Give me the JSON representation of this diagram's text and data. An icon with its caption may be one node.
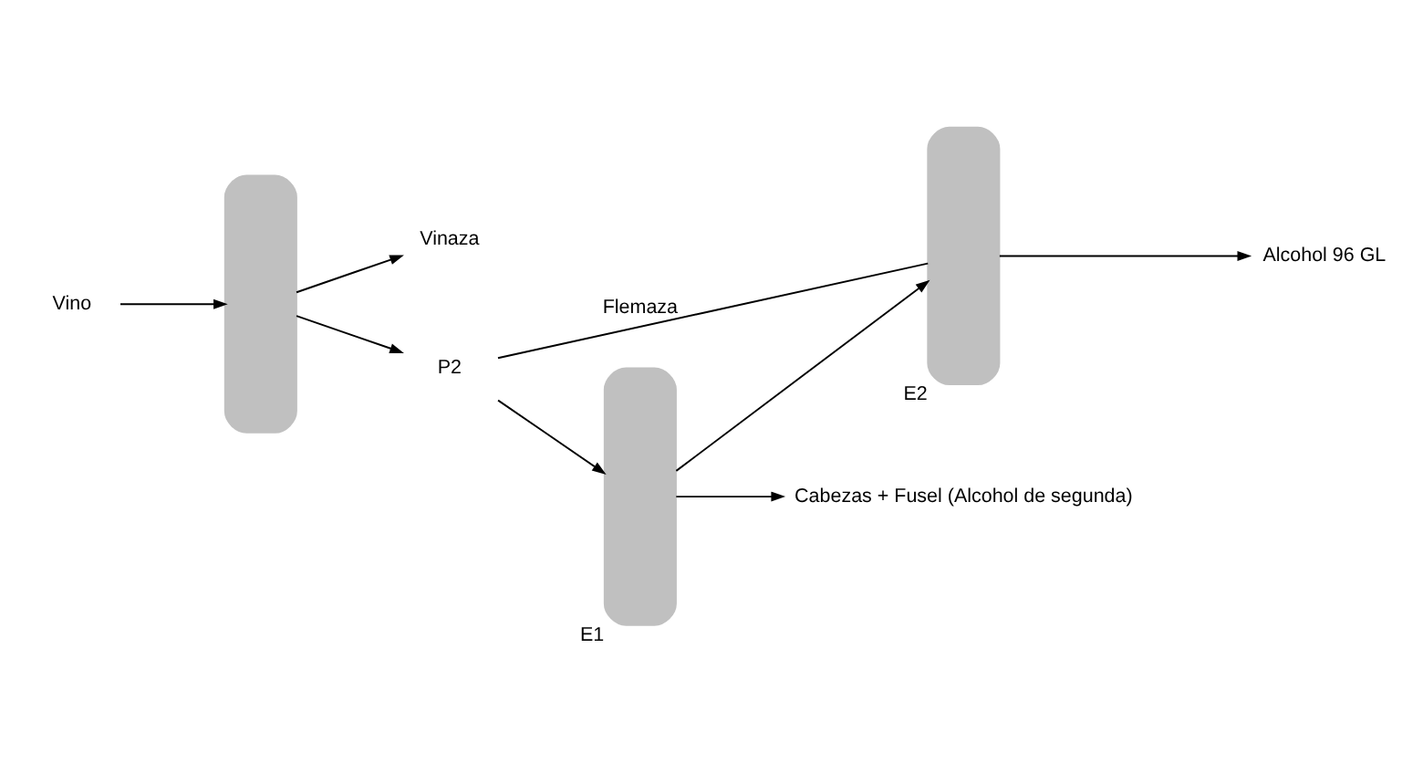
{
  "diagram": {
    "nodes": [
      {
        "text": [],
        "shape": "box"
      },
      {
        "text": [],
        "shape": "box",
        "beside": [
          "E1"
        ]
      },
      {
        "text": [],
        "shape": "box",
        "beside": [
          "E2"
        ]
      },
      {
        "text": [
          "Vino"
        ]
      },
      {
        "text": [
          "Vinaza"
        ]
      },
      {
        "text": [
          "Cabezas + Fusel (Alcohol de segunda)"
        ]
      },
      {
        "text": [
          "Alcohol 96 GL"
        ]
      },
      {
        "text": [
          "P2"
        ]
      }
    ],
    "edges": [
      {
        "from": 3,
        "to": 0,
        "arrow": "to"
      },
      {
        "from": 0,
        "to": 4,
        "arrow": "to"
      },
      {
        "from": 0,
        "to": 7,
        "arrow": "to"
      },
      {
        "from": 7,
        "to": 1,
        "arrow": "to"
      },
      {
        "from": 1,
        "to": 5,
        "arrow": "to"
      },
      {
        "from": 1,
        "to": 2,
        "arrow": "to"
      },
      {
        "from": 2,
        "to": 6,
        "arrow": "to"
      },
      {
        "from": 2,
        "to": 7,
        "arrow": "none",
        "label": "Flemaza"
      }
    ]
  }
}
